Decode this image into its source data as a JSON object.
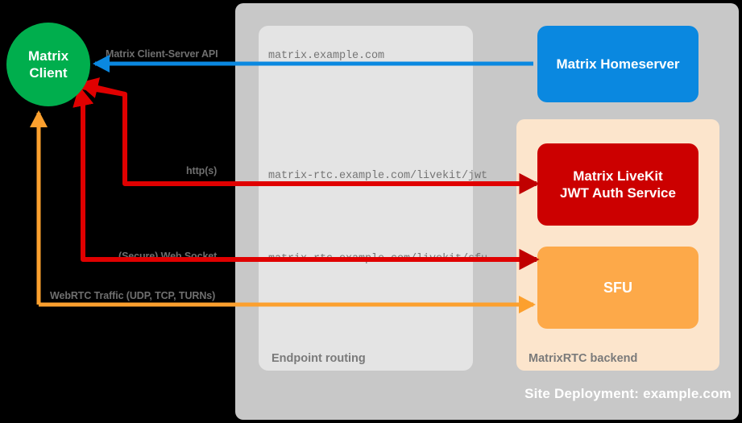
{
  "diagram": {
    "site_deployment_label": "Site Deployment: example.com",
    "colors": {
      "background": "#000000",
      "site_container": "#c8c8c8",
      "endpoint_panel": "#e4e4e4",
      "backend_panel": "#fce5cc",
      "client_green": "#00ae4d",
      "homeserver_blue": "#0a88e0",
      "jwt_red": "#cc0000",
      "sfu_orange": "#fda949",
      "arrow_blue": "#0a88e0",
      "arrow_red": "#e00000",
      "arrow_orange": "#fca02e",
      "label_gray": "#6f6f6f",
      "url_gray": "#757575"
    }
  },
  "client": {
    "line1": "Matrix",
    "line2": "Client"
  },
  "endpoint_routing": {
    "label": "Endpoint routing",
    "urls": [
      {
        "id": "matrix",
        "text": "matrix.example.com"
      },
      {
        "id": "jwt",
        "text": "matrix-rtc.example.com/livekit/jwt"
      },
      {
        "id": "sfu",
        "text": "matrix-rtc.example.com/livekit/sfu"
      }
    ]
  },
  "matrixrtc_backend": {
    "label": "MatrixRTC backend"
  },
  "nodes": [
    {
      "id": "homeserver",
      "label": "Matrix Homeserver"
    },
    {
      "id": "jwt_auth",
      "line1": "Matrix LiveKit",
      "line2": "JWT Auth Service"
    },
    {
      "id": "sfu",
      "label": "SFU"
    }
  ],
  "connections": [
    {
      "id": "client-server-api",
      "label": "Matrix Client-Server API",
      "color": "#0a88e0",
      "from": "Matrix Homeserver",
      "to": "Matrix Client",
      "endpoint": "matrix.example.com"
    },
    {
      "id": "https",
      "label": "http(s)",
      "color": "#e00000",
      "from": "Matrix Client",
      "to": "Matrix LiveKit JWT Auth Service",
      "endpoint": "matrix-rtc.example.com/livekit/jwt"
    },
    {
      "id": "websocket",
      "label": "(Secure) Web Socket",
      "color": "#e00000",
      "from": "Matrix Client",
      "to": "SFU",
      "endpoint": "matrix-rtc.example.com/livekit/sfu"
    },
    {
      "id": "webrtc",
      "label": "WebRTC Traffic (UDP, TCP, TURNs)",
      "color": "#fca02e",
      "from": "Matrix Client",
      "to": "SFU",
      "endpoint": ""
    }
  ]
}
